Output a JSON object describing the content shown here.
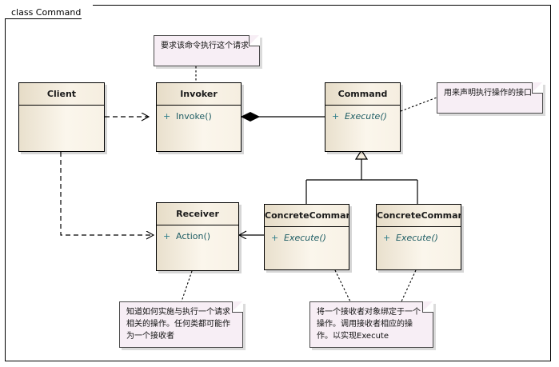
{
  "frame": {
    "title": "class Command"
  },
  "classes": [
    {
      "id": "client",
      "name": "Client",
      "members": []
    },
    {
      "id": "invoker",
      "name": "Invoker",
      "members": [
        {
          "visibility": "+",
          "label": "Invoke()",
          "abstract": false
        }
      ]
    },
    {
      "id": "command",
      "name": "Command",
      "members": [
        {
          "visibility": "+",
          "label": "Execute()",
          "abstract": true
        }
      ]
    },
    {
      "id": "receiver",
      "name": "Receiver",
      "members": [
        {
          "visibility": "+",
          "label": "Action()",
          "abstract": false
        }
      ]
    },
    {
      "id": "concrete_a",
      "name": "ConcreteCommandA",
      "members": [
        {
          "visibility": "+",
          "label": "Execute()",
          "abstract": true
        }
      ]
    },
    {
      "id": "concrete_b",
      "name": "ConcreteCommandB",
      "members": [
        {
          "visibility": "+",
          "label": "Execute()",
          "abstract": true
        }
      ]
    }
  ],
  "notes": [
    {
      "id": "note_invoker",
      "text": "要求该命令执行这个请求"
    },
    {
      "id": "note_command",
      "text": "用来声明执行操作的接口"
    },
    {
      "id": "note_receiver",
      "text": "知道如何实施与执行一个请求相关的操作。任何类都可能作为一个接收者"
    },
    {
      "id": "note_concrete",
      "text": "将一个接收者对象绑定于一个操作。调用接收者相应的操作。以实现Execute"
    }
  ],
  "colors": {
    "class_fill": "#f7f0e2",
    "class_border": "#000000",
    "note_fill": "#f7eef5",
    "note_border": "#4a4a4a",
    "member_text": "#1d5c63",
    "visibility_text": "#2e7d8a",
    "frame_border": "#000000"
  },
  "relationships": [
    {
      "id": "client-invoker",
      "kind": "dependency",
      "from": "Client",
      "to": "Invoker"
    },
    {
      "id": "client-receiver",
      "kind": "dependency",
      "from": "Client",
      "to": "Receiver"
    },
    {
      "id": "invoker-command",
      "kind": "composition",
      "from": "Invoker",
      "to": "Command"
    },
    {
      "id": "concrete-a-command",
      "kind": "generalization",
      "from": "ConcreteCommandA",
      "to": "Command"
    },
    {
      "id": "concrete-b-command",
      "kind": "generalization",
      "from": "ConcreteCommandB",
      "to": "Command"
    },
    {
      "id": "concrete-a-receiver",
      "kind": "association",
      "from": "ConcreteCommandA",
      "to": "Receiver"
    }
  ]
}
